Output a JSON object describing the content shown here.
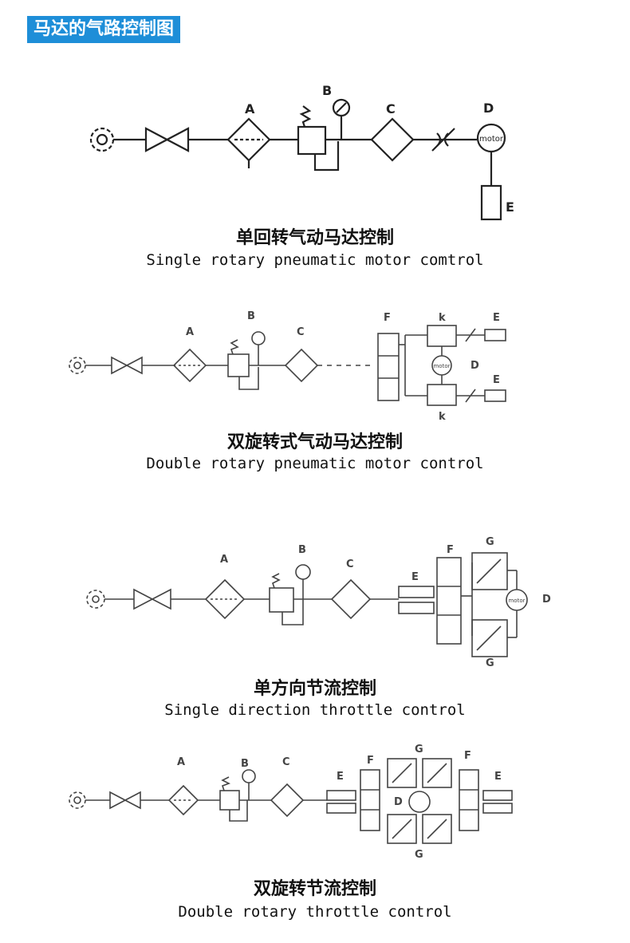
{
  "header": {
    "title": "马达的气路控制图"
  },
  "diagrams": [
    {
      "labels": {
        "A": "A",
        "B": "B",
        "C": "C",
        "D": "D",
        "E": "E"
      },
      "motor_text": "motor",
      "caption_cn": "单回转气动马达控制",
      "caption_en": "Single rotary pneumatic motor comtrol"
    },
    {
      "labels": {
        "A": "A",
        "B": "B",
        "C": "C",
        "D": "D",
        "E": "E",
        "F": "F",
        "k": "k"
      },
      "motor_text": "motor",
      "caption_cn": "双旋转式气动马达控制",
      "caption_en": "Double rotary pneumatic motor control"
    },
    {
      "labels": {
        "A": "A",
        "B": "B",
        "C": "C",
        "D": "D",
        "E": "E",
        "F": "F",
        "G": "G"
      },
      "motor_text": "motor",
      "caption_cn": "单方向节流控制",
      "caption_en": "Single direction throttle control"
    },
    {
      "labels": {
        "A": "A",
        "B": "B",
        "C": "C",
        "D": "D",
        "E": "E",
        "F": "F",
        "G": "G"
      },
      "caption_cn": "双旋转节流控制",
      "caption_en": "Double rotary throttle control"
    }
  ]
}
